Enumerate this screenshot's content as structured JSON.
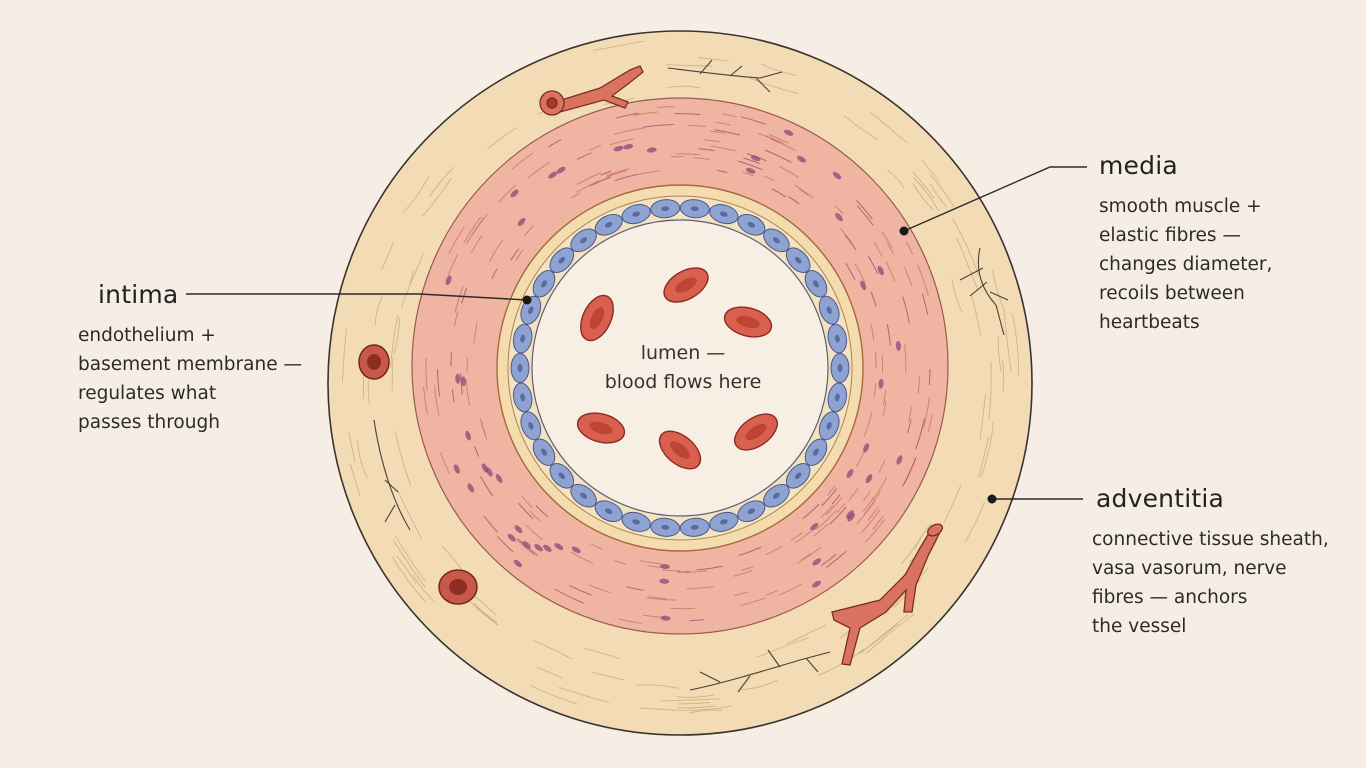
{
  "lumen": {
    "lines": [
      "lumen —",
      "blood flows here"
    ]
  },
  "labels": {
    "intima": {
      "title": "intima",
      "lines": [
        "endothelium +",
        "basement membrane —",
        "regulates what",
        "passes through"
      ]
    },
    "media": {
      "title": "media",
      "lines": [
        "smooth muscle +",
        "elastic fibres —",
        "changes diameter,",
        "recoils between",
        "heartbeats"
      ]
    },
    "adventitia": {
      "title": "adventitia",
      "lines": [
        "connective tissue sheath,",
        "vasa vasorum, nerve",
        "fibres — anchors",
        "the vessel"
      ]
    }
  },
  "colors": {
    "background": "#f6eee4",
    "adventitia": "#f3dcb5",
    "media": "#f0b4a2",
    "endothelium": "#8fa3d3",
    "blood_cell": "#d9604e",
    "outline": "#2e2a28"
  }
}
